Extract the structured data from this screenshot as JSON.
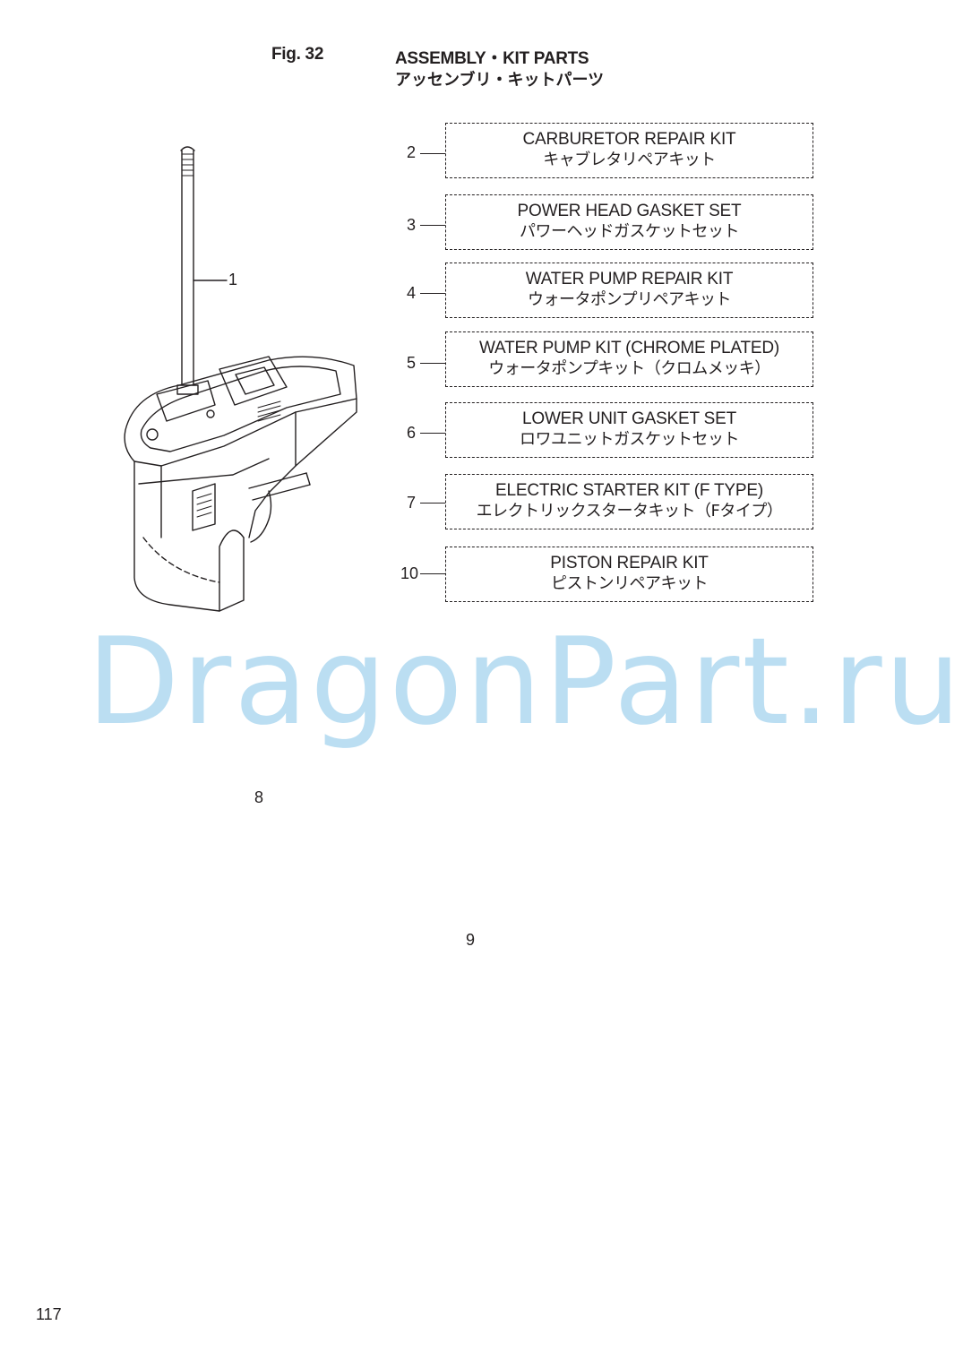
{
  "header": {
    "figure_label": "Fig. 32",
    "title_en": "ASSEMBLY・KIT PARTS",
    "title_jp": "アッセンブリ・キットパーツ"
  },
  "kits": [
    {
      "number": "2",
      "name_en": "CARBURETOR REPAIR KIT",
      "name_jp": "キャブレタリペアキット"
    },
    {
      "number": "3",
      "name_en": "POWER HEAD GASKET SET",
      "name_jp": "パワーヘッドガスケットセット"
    },
    {
      "number": "4",
      "name_en": "WATER PUMP REPAIR KIT",
      "name_jp": "ウォータポンプリペアキット"
    },
    {
      "number": "5",
      "name_en": "WATER PUMP KIT (CHROME PLATED)",
      "name_jp": "ウォータポンプキット（クロムメッキ）"
    },
    {
      "number": "6",
      "name_en": "LOWER UNIT GASKET SET",
      "name_jp": "ロワユニットガスケットセット"
    },
    {
      "number": "7",
      "name_en": "ELECTRIC STARTER KIT (F TYPE)",
      "name_jp": "エレクトリックスタータキット（Fタイプ）"
    },
    {
      "number": "10",
      "name_en": "PISTON REPAIR KIT",
      "name_jp": "ピストンリペアキット"
    }
  ],
  "parts": {
    "lower_unit_number": "1",
    "power_head_number": "8",
    "lower_unit_kit_number": "9"
  },
  "watermark": "DragonPart.ru",
  "page_number": "117"
}
